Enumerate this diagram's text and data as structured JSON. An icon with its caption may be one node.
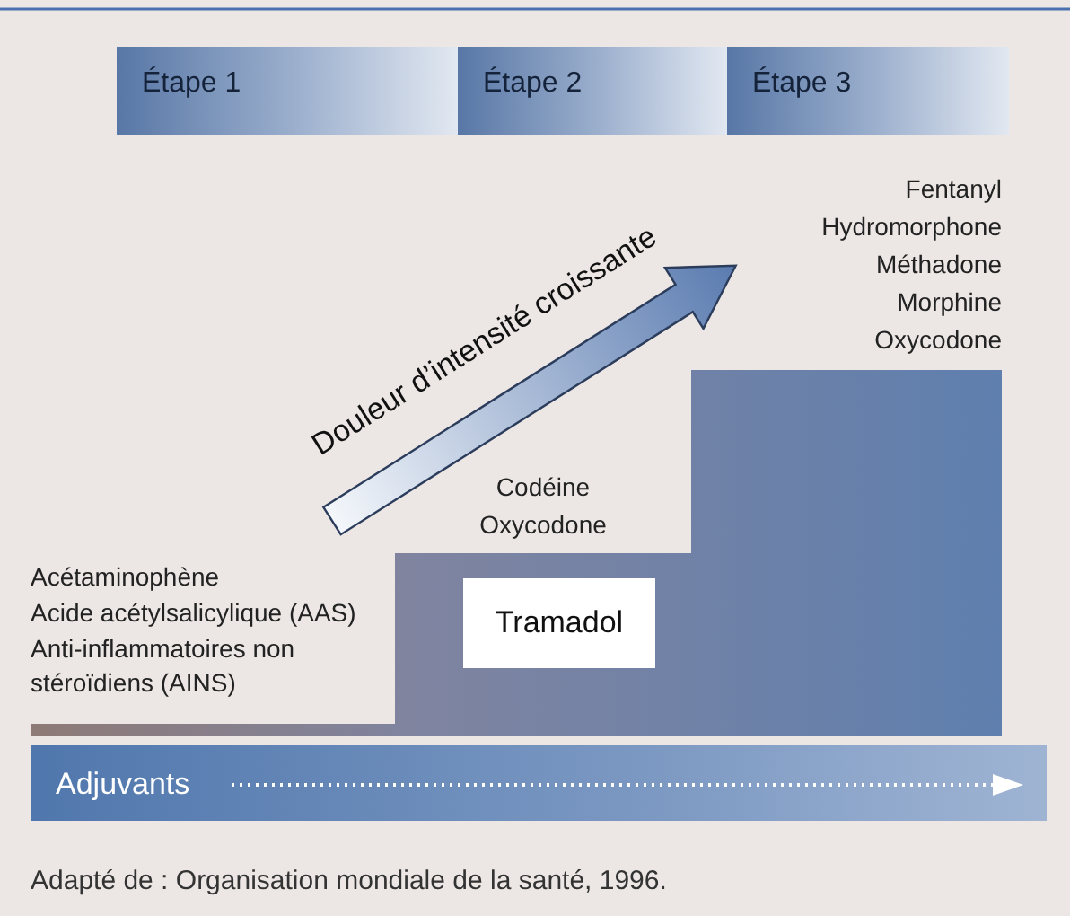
{
  "diagram": {
    "caption": "Adapté de : Organisation mondiale de la santé, 1996.",
    "nodes": [
      {
        "text": [
          "Étape 1"
        ]
      },
      {
        "text": [
          "Étape 2"
        ]
      },
      {
        "text": [
          "Étape 3"
        ]
      },
      {
        "text": [],
        "shape": "bar"
      },
      {
        "text": [],
        "shape": "bar"
      },
      {
        "text": [],
        "shape": "bar"
      },
      {
        "text": [
          "Tramadol"
        ],
        "in": 4
      },
      {
        "text": [
          "Adjuvants"
        ]
      }
    ],
    "edges": [],
    "labels": [
      "Fentanyl",
      "Hydromorphone",
      "Méthadone",
      "Morphine",
      "Oxycodone",
      "Douleur d’intensité croissante",
      "Codéine",
      "Oxycodone",
      "Acétaminophène",
      "Acide acétylsalicylique (AAS)",
      "Anti-inflammatoires non stéroïdiens (AINS)"
    ]
  }
}
